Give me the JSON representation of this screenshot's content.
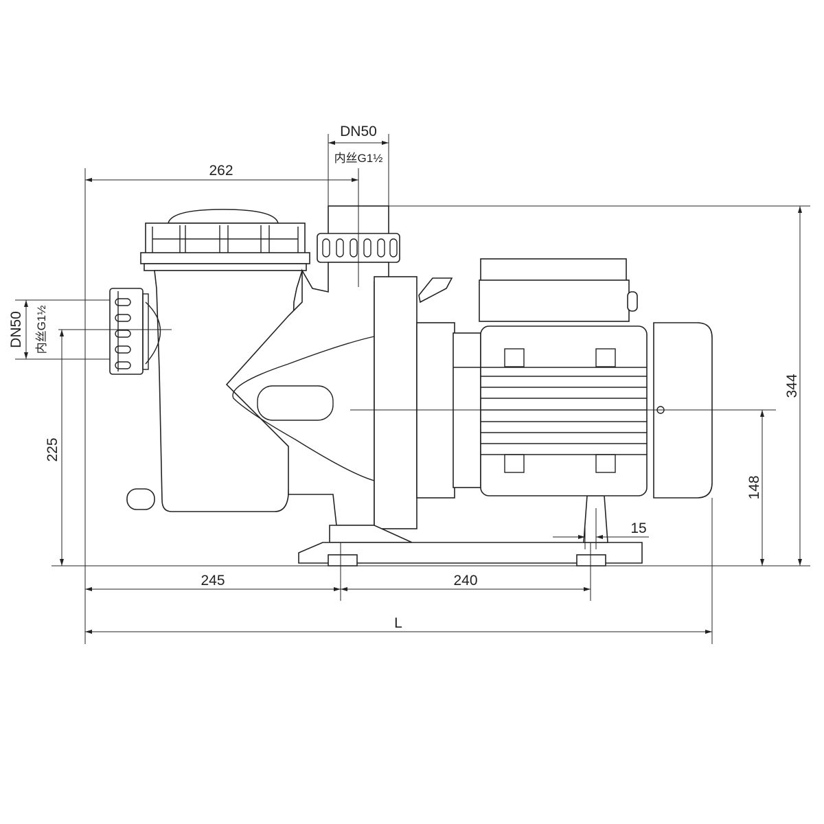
{
  "drawing": {
    "top_port": {
      "size": "DN50",
      "thread": "内丝G1½"
    },
    "side_port": {
      "size": "DN50",
      "thread": "内丝G1½"
    },
    "dimensions": {
      "outlet_from_left": "262",
      "overall_height": "344",
      "shaft_center_height": "148",
      "inlet_center_height": "225",
      "left_to_front_foot": "245",
      "foot_spacing": "240",
      "foot_width": "15",
      "overall_length": "L"
    }
  }
}
